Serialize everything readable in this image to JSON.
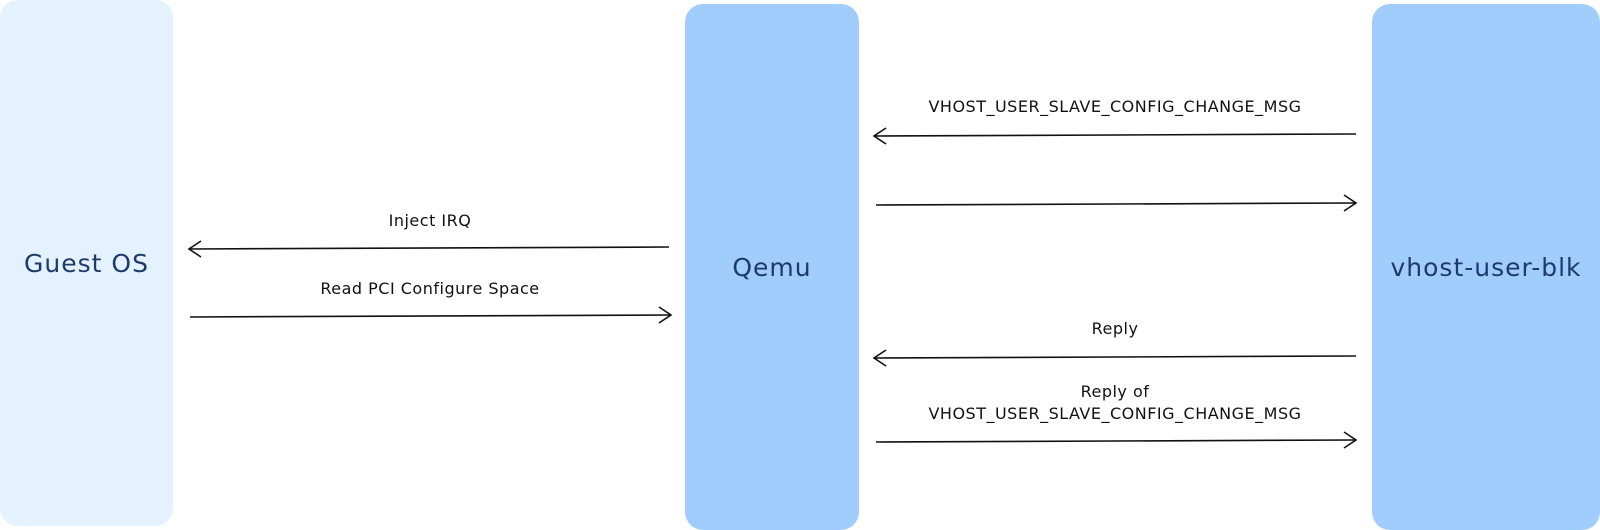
{
  "colors": {
    "guest_lane": "#e3f2fe",
    "qemu_lane": "#a0cdfb",
    "vhost_lane": "#a0cdfb",
    "lane_text": "#1e3a6b",
    "arrow": "#111111"
  },
  "lanes": {
    "guest": "Guest OS",
    "qemu": "Qemu",
    "vhost": "vhost-user-blk"
  },
  "messages": {
    "config_change": "VHOST_USER_SLAVE_CONFIG_CHANGE_MSG",
    "inject_irq": "Inject IRQ",
    "read_pci": "Read PCI Configure Space",
    "reply": "Reply",
    "reply_of_line1": "Reply of",
    "reply_of_line2": "VHOST_USER_SLAVE_CONFIG_CHANGE_MSG"
  }
}
